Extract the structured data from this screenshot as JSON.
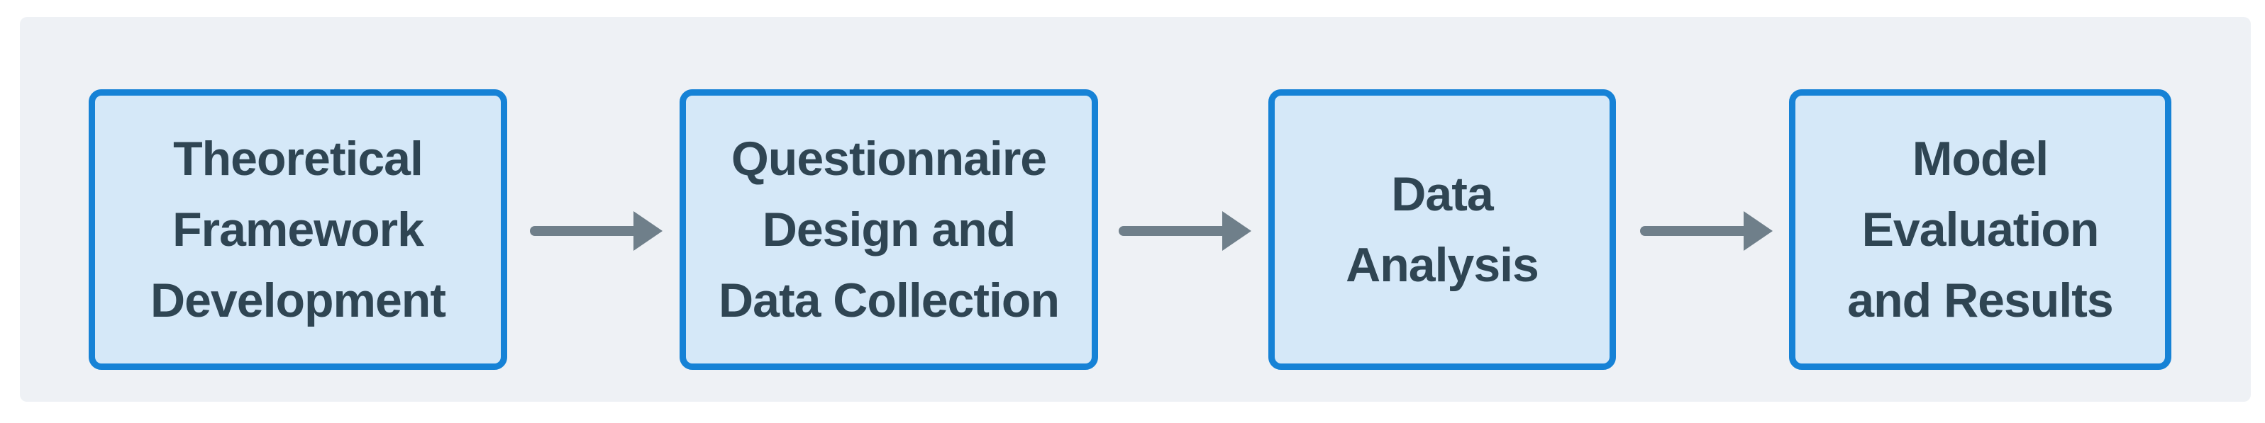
{
  "flow": {
    "steps": [
      {
        "label": "Theoretical\nFramework\nDevelopment"
      },
      {
        "label": "Questionnaire\nDesign and\nData Collection"
      },
      {
        "label": "Data\nAnalysis"
      },
      {
        "label": "Model\nEvaluation\nand Results"
      }
    ],
    "connector_icon": "arrow-right-icon",
    "direction": "left-to-right"
  },
  "colors": {
    "page_background": "#ffffff",
    "panel_background": "#eef1f5",
    "box_fill": "#d5e8f8",
    "box_border": "#1682d6",
    "arrow": "#6f7f8a",
    "text": "#2f4553"
  }
}
